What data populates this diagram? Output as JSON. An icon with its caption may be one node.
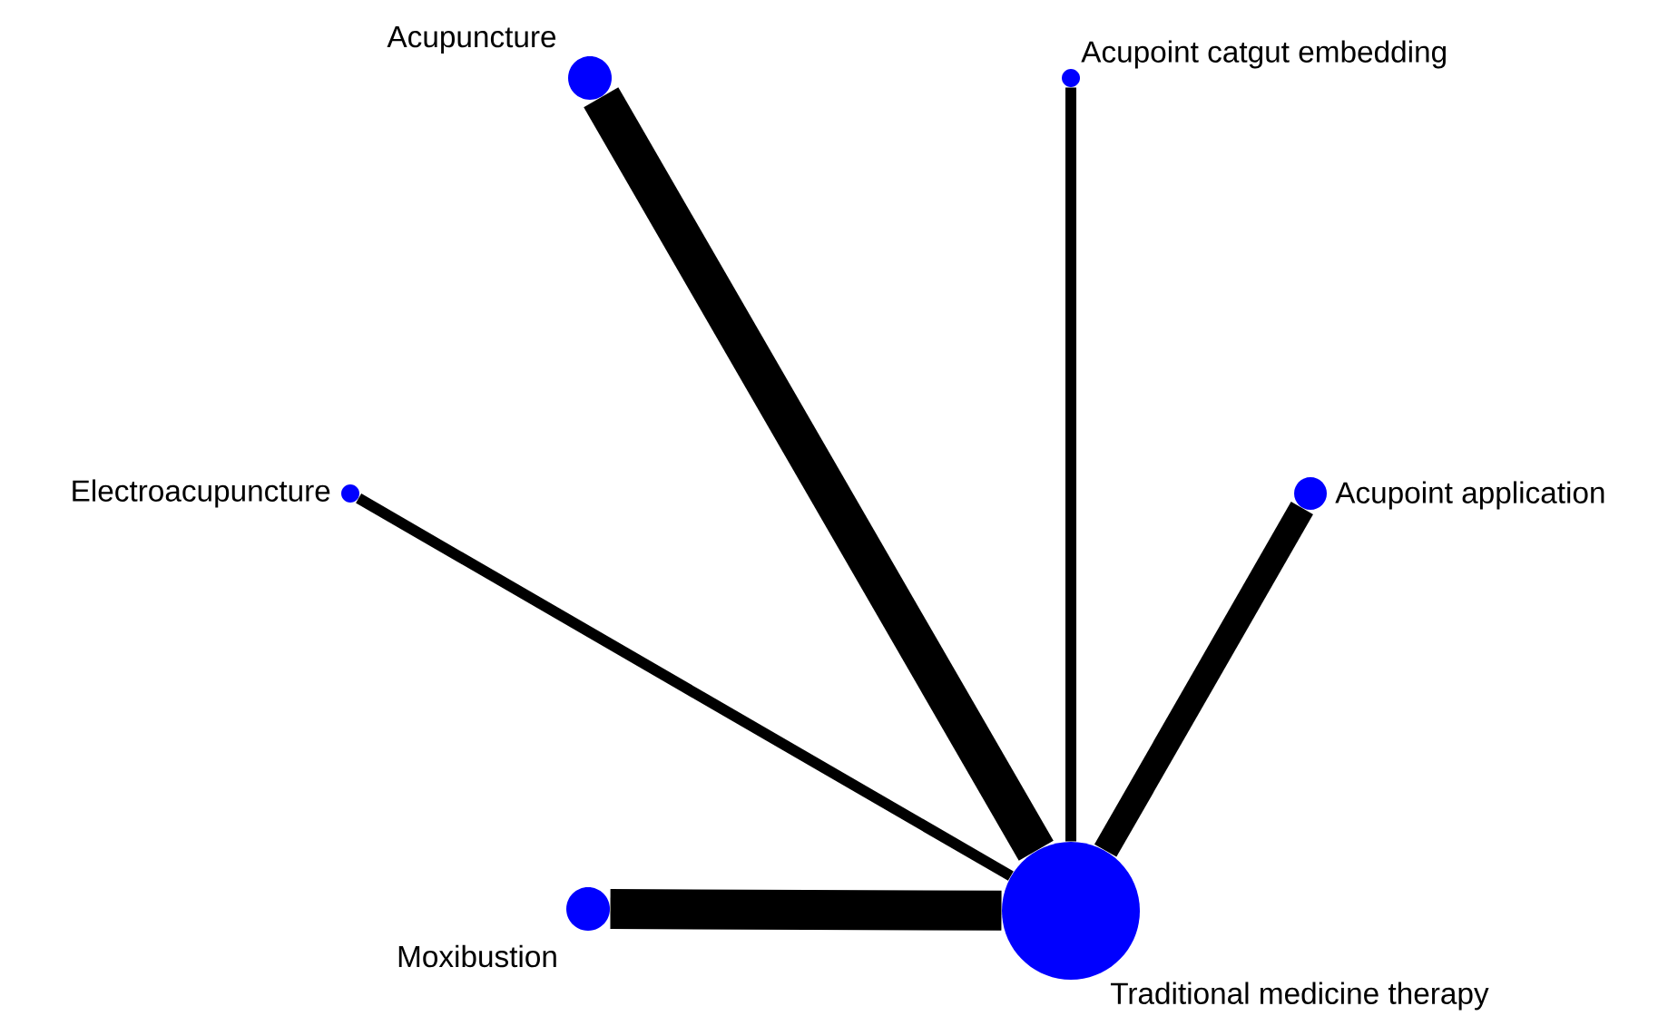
{
  "diagram": {
    "nodes": [
      {
        "text": [],
        "shape": "circle",
        "beside": [
          "Acupuncture"
        ]
      },
      {
        "text": [],
        "shape": "circle",
        "beside": [
          "Acupoint catgut embedding"
        ]
      },
      {
        "text": [],
        "shape": "circle",
        "beside": [
          "Electroacupuncture"
        ]
      },
      {
        "text": [],
        "shape": "circle",
        "beside": [
          "Acupoint application"
        ]
      },
      {
        "text": [],
        "shape": "circle",
        "beside": [
          "Moxibustion"
        ]
      },
      {
        "text": [],
        "shape": "circle",
        "beside": [
          "Traditional medicine therapy"
        ]
      }
    ],
    "edges": [
      {
        "from": 0,
        "to": 5,
        "arrow": "none"
      },
      {
        "from": 1,
        "to": 5,
        "arrow": "none"
      },
      {
        "from": 2,
        "to": 5,
        "arrow": "none"
      },
      {
        "from": 3,
        "to": 5,
        "arrow": "none"
      },
      {
        "from": 4,
        "to": 5,
        "arrow": "none"
      }
    ]
  }
}
